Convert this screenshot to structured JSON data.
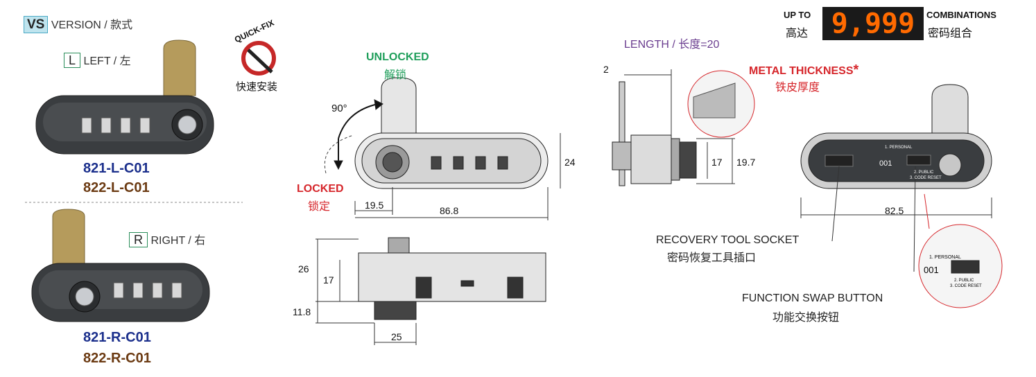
{
  "version": {
    "tag": "VS",
    "label": "VERSION / 款式"
  },
  "left": {
    "tag": "L",
    "label": "LEFT / 左",
    "parts": [
      "821-L-C01",
      "822-L-C01"
    ]
  },
  "right": {
    "tag": "R",
    "label": "RIGHT / 右",
    "parts": [
      "821-R-C01",
      "822-R-C01"
    ]
  },
  "quickfix": {
    "logo": "QUICK-FIX",
    "caption": "快速安装"
  },
  "states": {
    "unlocked_en": "UNLOCKED",
    "unlocked_cn": "解锁",
    "locked_en": "LOCKED",
    "locked_cn": "锁定",
    "angle": "90°"
  },
  "front_dims": {
    "height": "24",
    "offset": "19.5",
    "width": "86.8"
  },
  "bottom_dims": {
    "total": "26",
    "mid": "17",
    "stem": "11.8",
    "base": "25"
  },
  "side_view": {
    "length_label": "LENGTH / 长度=20",
    "cam": "2",
    "h1": "17",
    "h2": "19.7",
    "metal_en": "METAL THICKNESS",
    "metal_cn": "铁皮厚度",
    "star": "*"
  },
  "combos": {
    "up_to_en": "UP TO",
    "up_to_cn": "高达",
    "display": "9,999",
    "label_en": "COMBINATIONS",
    "label_cn": "密码组合"
  },
  "back_view": {
    "width": "82.5",
    "code": "001",
    "opt1": "1. PERSONAL",
    "opt2": "2. PUBLIC",
    "opt3": "3. CODE RESET"
  },
  "callouts": {
    "recovery_en": "RECOVERY TOOL SOCKET",
    "recovery_cn": "密码恢复工具插口",
    "swap_en": "FUNCTION SWAP BUTTON",
    "swap_cn": "功能交换按钮"
  },
  "colors": {
    "blue_part": "#1b2f8c",
    "brown_part": "#6b3a12",
    "green": "#1e9e5a",
    "red": "#d6262b",
    "purple": "#6a3d8f",
    "led": "#ff6a00"
  }
}
